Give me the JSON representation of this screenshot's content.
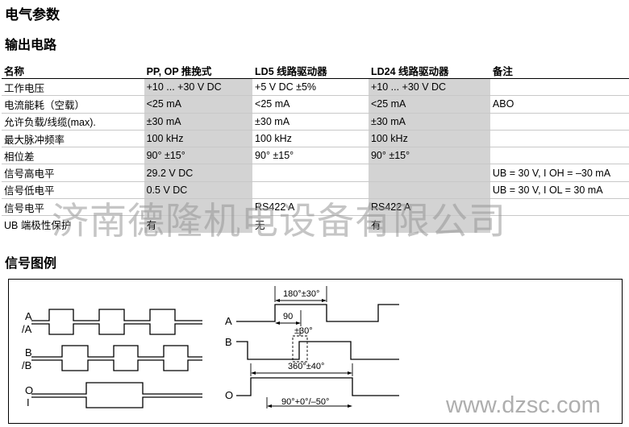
{
  "headings": {
    "electrical": "电气参数",
    "output_circuit": "输出电路",
    "signal_diagram": "信号图例"
  },
  "table": {
    "headers": [
      "名称",
      "PP, OP 推挽式",
      "LD5 线路驱动器",
      "LD24 线路驱动器",
      "备注"
    ],
    "rows": [
      [
        "工作电压",
        "+10 ... +30 V DC",
        "+5 V DC  ±5%",
        "+10 ... +30 V DC",
        ""
      ],
      [
        "电流能耗（空载）",
        "<25 mA",
        "<25 mA",
        "<25 mA",
        "ABO"
      ],
      [
        "允许负载/线缆(max).",
        "±30 mA",
        "±30 mA",
        "±30 mA",
        ""
      ],
      [
        "最大脉冲频率",
        "100 kHz",
        "100 kHz",
        "100 kHz",
        ""
      ],
      [
        "相位差",
        "90°  ±15°",
        "90°  ±15°",
        "90°  ±15°",
        ""
      ],
      [
        "信号高电平",
        "29.2 V DC",
        "",
        "",
        "UB = 30 V, I OH = –30 mA"
      ],
      [
        "信号低电平",
        "0.5 V DC",
        "",
        "",
        "UB = 30 V, I OL = 30 mA"
      ],
      [
        "信号电平",
        "",
        "RS422 A",
        "RS422 A",
        ""
      ],
      [
        "UB 端极性保护",
        "有",
        "无",
        "有",
        ""
      ]
    ]
  },
  "watermark": "济南德隆机电设备有限公司",
  "site": "www.dzsc.com",
  "diagram": {
    "left_labels": {
      "a": "A",
      "a_inv": "/A",
      "b": "B",
      "b_inv": "/B",
      "o": "O",
      "o_inv": "I"
    },
    "right_labels": {
      "a": "A",
      "b": "B",
      "o": "O"
    },
    "annotations": {
      "period_half": "180°±30°",
      "quarter": "90",
      "phase_tol": "±30°",
      "full_period": "360°±40°",
      "zero_width": "90°+0°/–50°"
    }
  }
}
